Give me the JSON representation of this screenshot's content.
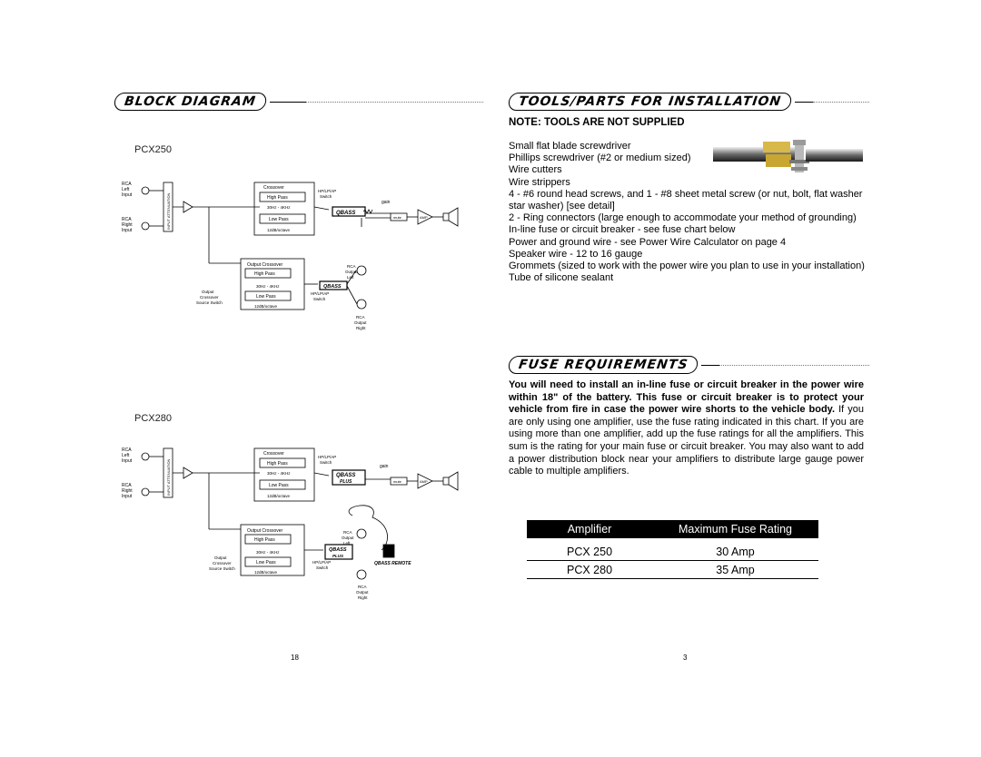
{
  "left_page": {
    "header": "BLOCK DIAGRAM",
    "models": [
      "PCX250",
      "PCX280"
    ],
    "page_number": "18",
    "diagram_labels": {
      "rca_left": [
        "RCA",
        "Left",
        "Input"
      ],
      "rca_right": [
        "RCA",
        "Right",
        "Input"
      ],
      "input_attenuation": "INPUT ATTENUATION",
      "crossover": "Crossover",
      "high_pass": "High Pass",
      "freq_range": "30Hz - 4KHz",
      "low_pass": "Low Pass",
      "slope": "12dB/octave",
      "switch": [
        "HP/LP/AP",
        "Switch"
      ],
      "gain": "gain",
      "qbass": "QBASS",
      "qbass_plus": "PLUS",
      "mute": "mute",
      "amp": "AMP",
      "output_crossover": "Output Crossover",
      "output_crossover_source": [
        "Output",
        "Crossover",
        "Source Switch"
      ],
      "rca_output_left": [
        "RCA",
        "Output",
        "Left"
      ],
      "rca_output_right": [
        "RCA",
        "Output",
        "Right"
      ],
      "qbass_remote": "QBASS REMOTE"
    }
  },
  "right_page": {
    "tools_header": "TOOLS/PARTS FOR INSTALLATION",
    "note": "NOTE: TOOLS ARE NOT SUPPLIED",
    "tools": [
      "Small flat blade screwdriver",
      "Phillips screwdriver (#2 or medium sized)",
      "Wire cutters",
      "Wire strippers",
      "4 - #6 round head screws, and 1 - #8 sheet metal screw (or nut, bolt, flat washer",
      "star washer) [see detail]",
      "2 - Ring connectors (large enough to accommodate your method of grounding)",
      "In-line fuse or circuit breaker - see fuse chart below",
      "Power and ground wire - see Power Wire Calculator on page 4",
      "Speaker wire - 12 to 16 gauge",
      "Grommets (sized to work with the power wire you plan to use in your installation)",
      "Tube of silicone sealant"
    ],
    "fuse_header": "FUSE REQUIREMENTS",
    "fuse_bold": "You will need to install an in-line fuse or circuit breaker in the power wire within 18\" of the battery. This fuse or circuit breaker is to protect your vehicle from fire in case the power wire shorts to the vehicle body.",
    "fuse_regular": " If you are only using one amplifier, use the fuse rating indicated in this chart. If you are using more than one amplifier, add up the fuse ratings for all the amplifiers. This sum is the rating for your main fuse or circuit breaker. You may also want to add a power distribution block near your amplifiers to distribute large gauge power cable to multiple amplifiers.",
    "table": {
      "headers": [
        "Amplifier",
        "Maximum Fuse Rating"
      ],
      "rows": [
        [
          "PCX 250",
          "30 Amp"
        ],
        [
          "PCX 280",
          "35 Amp"
        ]
      ]
    },
    "page_number": "3"
  }
}
